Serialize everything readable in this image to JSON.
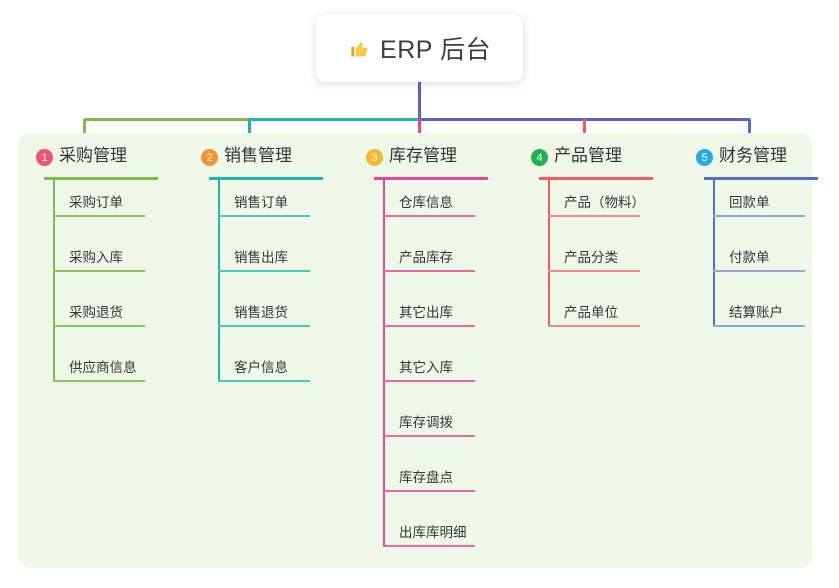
{
  "root": {
    "icon": "thumbs-up-icon",
    "title": "ERP 后台"
  },
  "colors": {
    "page_bg": "#ffffff",
    "panel_bg": "#eef7e8",
    "root_card_bg": "#ffffff",
    "root_stem": "#5b5fc7",
    "bus_green": "#7cbb4c",
    "bus_teal": "#14b8a6",
    "bus_purple": "#5b5fc7",
    "text": "#33373b"
  },
  "columns": [
    {
      "number": "1",
      "title": "采购管理",
      "badge_color": "#f2536d",
      "line_color": "#7cbb4c",
      "rule_color": "#8dc55c",
      "items": [
        "采购订单",
        "采购入库",
        "采购退货",
        "供应商信息"
      ]
    },
    {
      "number": "2",
      "title": "销售管理",
      "badge_color": "#f59331",
      "line_color": "#1bb8a8",
      "rule_color": "#4cc9bd",
      "items": [
        "销售订单",
        "销售出库",
        "销售退货",
        "客户信息"
      ]
    },
    {
      "number": "3",
      "title": "库存管理",
      "badge_color": "#f5b72e",
      "line_color": "#e6459a",
      "rule_color": "#e668ad",
      "items": [
        "仓库信息",
        "产品库存",
        "其它出库",
        "其它入库",
        "库存调拨",
        "库存盘点",
        "出库库明细"
      ]
    },
    {
      "number": "4",
      "title": "产品管理",
      "badge_color": "#22b24c",
      "line_color": "#f4595b",
      "rule_color": "#f58a84",
      "items": [
        "产品（物料）",
        "产品分类",
        "产品单位"
      ]
    },
    {
      "number": "5",
      "title": "财务管理",
      "badge_color": "#29abe2",
      "line_color": "#4f6fd0",
      "rule_color": "#8fa6e0",
      "items": [
        "回款单",
        "付款单",
        "结算账户"
      ]
    }
  ]
}
